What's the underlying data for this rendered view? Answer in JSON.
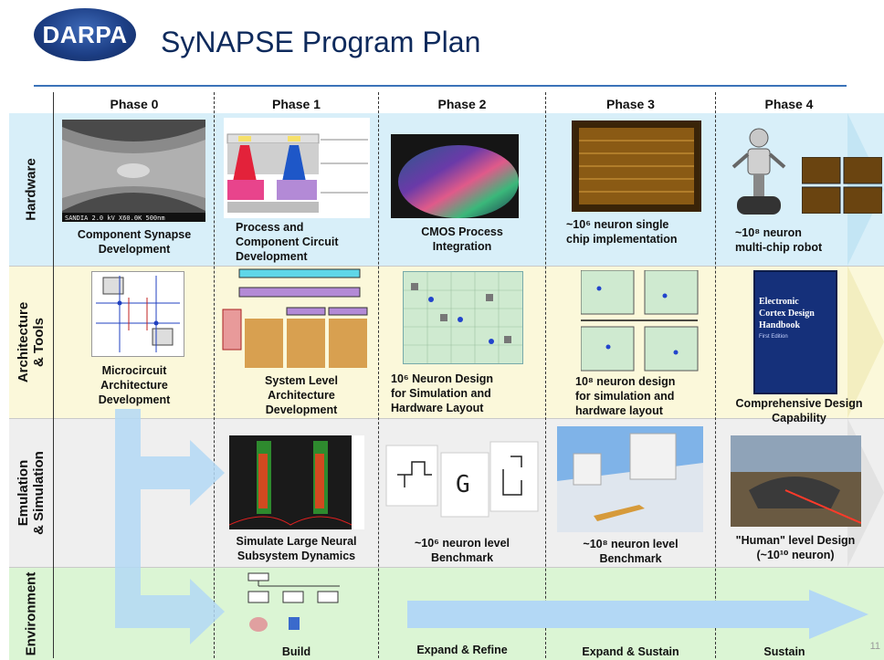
{
  "header": {
    "logo_text": "DARPA",
    "title": "SyNAPSE Program Plan"
  },
  "phases": [
    "Phase 0",
    "Phase 1",
    "Phase 2",
    "Phase 3",
    "Phase 4"
  ],
  "rows": {
    "hardware": "Hardware",
    "architecture": "Architecture\n& Tools",
    "emulation": "Emulation\n& Simulation",
    "environment": "Environment"
  },
  "hardware": {
    "p0": "Component Synapse\nDevelopment",
    "p1": "Process and\nComponent Circuit\nDevelopment",
    "p2": "CMOS Process\nIntegration",
    "p3": "~10⁶ neuron single\nchip implementation",
    "p4": "~10⁸ neuron\nmulti-chip robot"
  },
  "architecture": {
    "p0": "Microcircuit\nArchitecture\nDevelopment",
    "p1": "System Level\nArchitecture\nDevelopment",
    "p2": "10⁶ Neuron Design\nfor Simulation and\nHardware Layout",
    "p3": "10⁸ neuron design\nfor simulation and\nhardware layout",
    "p4": "Comprehensive Design\nCapability"
  },
  "emulation": {
    "p1": "Simulate Large Neural\nSubsystem Dynamics",
    "p2": "~10⁶ neuron level\nBenchmark",
    "p3": "~10⁸ neuron level\nBenchmark",
    "p4": "\"Human\" level Design\n(~10¹⁰ neuron)"
  },
  "environment": {
    "p1": "Build",
    "p2": "Expand & Refine",
    "p3": "Expand & Sustain",
    "p4": "Sustain"
  },
  "figures": {
    "sem_banner": "SANDIA  2.0 kV  X60.0K  500nm",
    "book_title": "Electronic\nCortex Design\nHandbook",
    "book_edition": "First Edition",
    "letter_g": "G"
  },
  "page_number": "11"
}
